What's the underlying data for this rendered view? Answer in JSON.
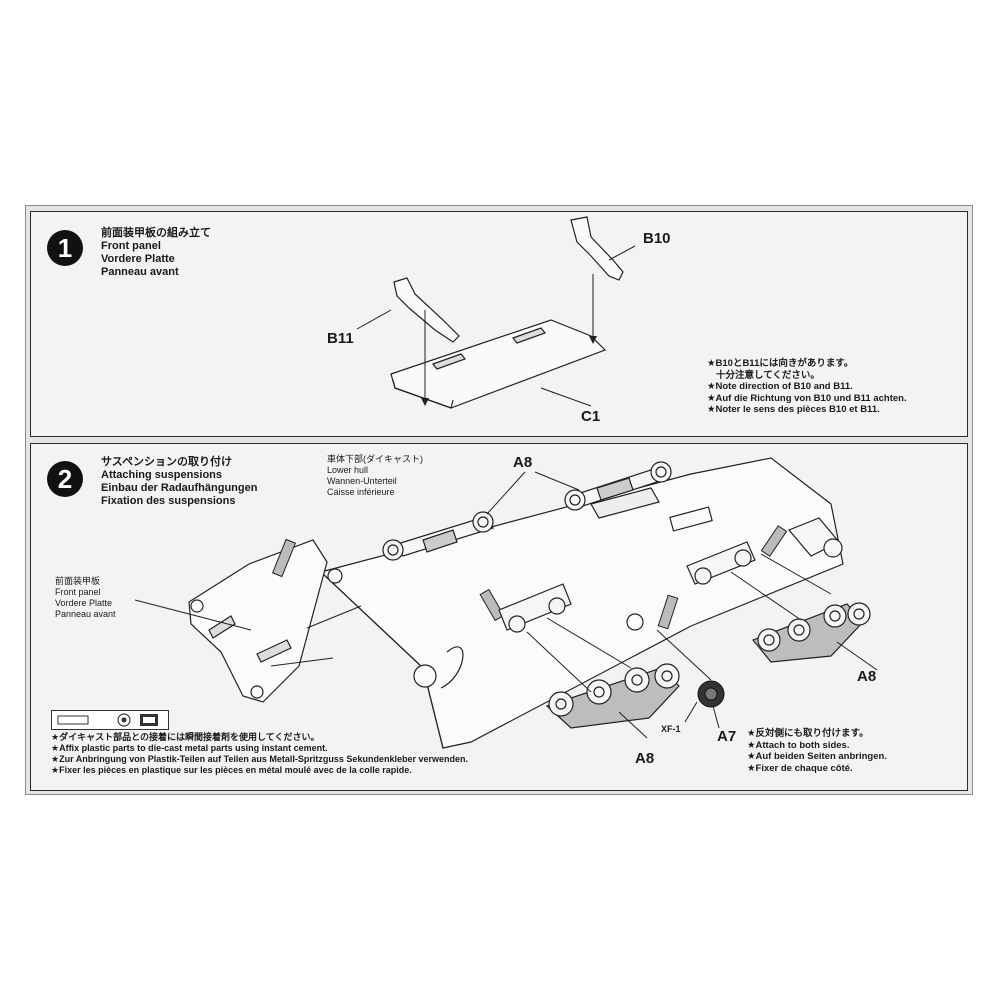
{
  "step1": {
    "number": "1",
    "title_lines": [
      "前面装甲板の組み立て",
      "Front panel",
      "Vordere Platte",
      "Panneau avant"
    ],
    "labels": {
      "b10": "B10",
      "b11": "B11",
      "c1": "C1"
    },
    "note_lines": [
      "★B10とB11には向きがあります。",
      "十分注意してください。",
      "★Note direction of B10 and B11.",
      "★Auf die Richtung von B10 und B11 achten.",
      "★Noter le sens des pièces B10 et B11."
    ]
  },
  "step2": {
    "number": "2",
    "title_lines": [
      "サスペンションの取り付け",
      "Attaching suspensions",
      "Einbau der Radaufhängungen",
      "Fixation des suspensions"
    ],
    "hull_lines": [
      "車体下部(ダイキャスト)",
      "Lower hull",
      "Wannen-Unterteil",
      "Caisse inférieure"
    ],
    "front_panel_lines": [
      "前面装甲板",
      "Front panel",
      "Vordere Platte",
      "Panneau avant"
    ],
    "labels": {
      "a8_top": "A8",
      "a8_right": "A8",
      "a8_bottom": "A8",
      "a7": "A7",
      "xf1": "XF-1"
    },
    "side_note_lines": [
      "★反対側にも取り付けます。",
      "★Attach to both sides.",
      "★Auf beiden Seiten anbringen.",
      "★Fixer de chaque côté."
    ],
    "cement_note_lines": [
      "★ダイキャスト部品との接着には瞬間接着剤を使用してください。",
      "★Affix plastic parts to die-cast metal parts using instant cement.",
      "★Zur Anbringung von Plastik-Teilen auf Teilen aus Metall-Spritzguss Sekundenkleber verwenden.",
      "★Fixer les pièces en plastique sur les pièces en métal moulé avec de la colle rapide."
    ]
  },
  "icons": [
    "cement-tube-icon",
    "reference-mark-icon",
    "instant-cement-icon"
  ]
}
